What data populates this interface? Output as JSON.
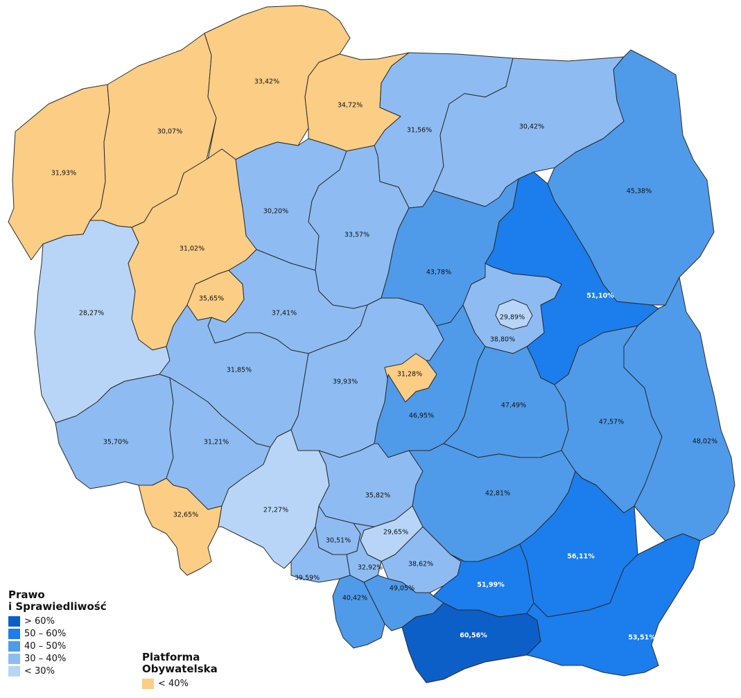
{
  "legend_pis": {
    "title_line1": "Prawo",
    "title_line2": "i Sprawiedliwość",
    "items": [
      {
        "label": "> 60%",
        "color": "#0d5fc8"
      },
      {
        "label": "50 – 60%",
        "color": "#1c7ded"
      },
      {
        "label": "40 – 50%",
        "color": "#4f9be9"
      },
      {
        "label": "30 – 40%",
        "color": "#8ebcf2"
      },
      {
        "label": "< 30%",
        "color": "#b8d5f7"
      }
    ]
  },
  "legend_po": {
    "title_line1": "Platforma",
    "title_line2": "Obywatelska",
    "items": [
      {
        "label": "< 40%",
        "color": "#fbcd85"
      }
    ]
  },
  "regions": [
    {
      "id": "r1",
      "label": "31,93%",
      "color": "#fbcd85"
    },
    {
      "id": "r2",
      "label": "30,07%",
      "color": "#fbcd85"
    },
    {
      "id": "r3",
      "label": "33,42%",
      "color": "#fbcd85"
    },
    {
      "id": "r4",
      "label": "34,72%",
      "color": "#fbcd85"
    },
    {
      "id": "r5",
      "label": "31,56%",
      "color": "#8ebcf2"
    },
    {
      "id": "r6",
      "label": "30,42%",
      "color": "#8ebcf2"
    },
    {
      "id": "r7",
      "label": "45,38%",
      "color": "#4f9be9"
    },
    {
      "id": "r8",
      "label": "30,20%",
      "color": "#8ebcf2"
    },
    {
      "id": "r9",
      "label": "33,57%",
      "color": "#8ebcf2"
    },
    {
      "id": "r10",
      "label": "43,78%",
      "color": "#4f9be9"
    },
    {
      "id": "r11",
      "label": "51,10%",
      "color": "#1c7ded"
    },
    {
      "id": "r12",
      "label": "31,02%",
      "color": "#fbcd85"
    },
    {
      "id": "r13",
      "label": "35,65%",
      "color": "#fbcd85"
    },
    {
      "id": "r14",
      "label": "28,27%",
      "color": "#b8d5f7"
    },
    {
      "id": "r15",
      "label": "37,41%",
      "color": "#8ebcf2"
    },
    {
      "id": "r16",
      "label": "38,80%",
      "color": "#8ebcf2"
    },
    {
      "id": "r17",
      "label": "29,89%",
      "color": "#b8d5f7"
    },
    {
      "id": "r18",
      "label": "31,85%",
      "color": "#8ebcf2"
    },
    {
      "id": "r19",
      "label": "39,93%",
      "color": "#8ebcf2"
    },
    {
      "id": "r20",
      "label": "31,28%",
      "color": "#fbcd85"
    },
    {
      "id": "r21",
      "label": "35,70%",
      "color": "#8ebcf2"
    },
    {
      "id": "r22",
      "label": "31,21%",
      "color": "#8ebcf2"
    },
    {
      "id": "r23",
      "label": "46,95%",
      "color": "#4f9be9"
    },
    {
      "id": "r24",
      "label": "47,49%",
      "color": "#4f9be9"
    },
    {
      "id": "r25",
      "label": "47,57%",
      "color": "#4f9be9"
    },
    {
      "id": "r26",
      "label": "48,02%",
      "color": "#4f9be9"
    },
    {
      "id": "r27",
      "label": "32,65%",
      "color": "#fbcd85"
    },
    {
      "id": "r28",
      "label": "27,27%",
      "color": "#b8d5f7"
    },
    {
      "id": "r29",
      "label": "35,82%",
      "color": "#8ebcf2"
    },
    {
      "id": "r30",
      "label": "42,81%",
      "color": "#4f9be9"
    },
    {
      "id": "r31",
      "label": "30,51%",
      "color": "#8ebcf2"
    },
    {
      "id": "r32",
      "label": "29,65%",
      "color": "#b8d5f7"
    },
    {
      "id": "r33",
      "label": "32,92%",
      "color": "#8ebcf2"
    },
    {
      "id": "r34",
      "label": "38,62%",
      "color": "#8ebcf2"
    },
    {
      "id": "r35",
      "label": "39,59%",
      "color": "#8ebcf2"
    },
    {
      "id": "r36",
      "label": "51,99%",
      "color": "#1c7ded"
    },
    {
      "id": "r37",
      "label": "56,11%",
      "color": "#1c7ded"
    },
    {
      "id": "r38",
      "label": "40,42%",
      "color": "#4f9be9"
    },
    {
      "id": "r39",
      "label": "49,05%",
      "color": "#4f9be9"
    },
    {
      "id": "r40",
      "label": "60,56%",
      "color": "#0d5fc8"
    },
    {
      "id": "r41",
      "label": "53,51%",
      "color": "#1c7ded"
    }
  ]
}
